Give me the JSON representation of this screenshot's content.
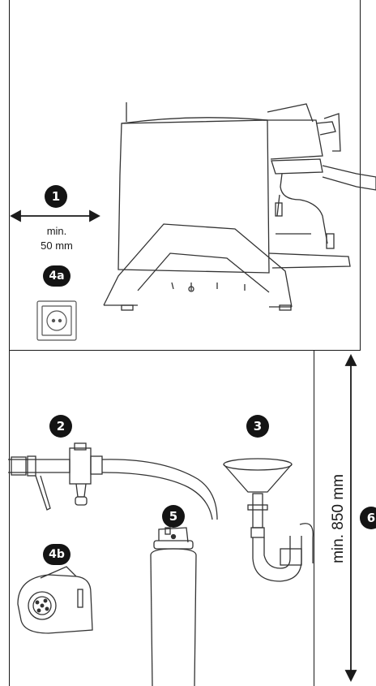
{
  "badges": {
    "b1": "1",
    "b2": "2",
    "b3": "3",
    "b4a": "4a",
    "b4b": "4b",
    "b5": "5",
    "b6": "6"
  },
  "labels": {
    "clearance_min": "min.",
    "clearance_value": "50 mm",
    "height": "min. 850 mm"
  },
  "colors": {
    "line": "#1a1a1a",
    "badge": "#141414",
    "drawing": "#333333"
  }
}
